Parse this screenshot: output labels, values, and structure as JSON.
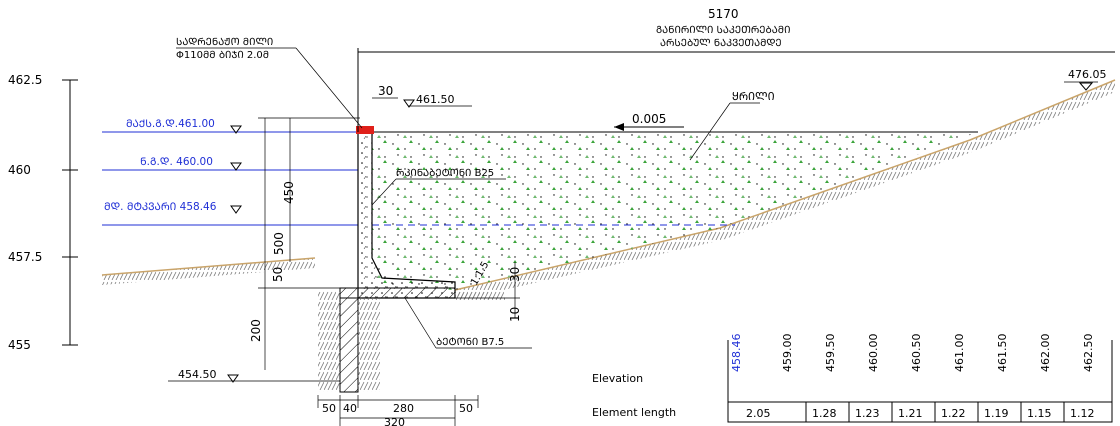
{
  "scale": {
    "values": [
      "462.5",
      "460",
      "457.5",
      "455"
    ]
  },
  "levels": {
    "top_right": "476.05",
    "wall_top": "461.50",
    "bottom": "454.50"
  },
  "water_levels": [
    {
      "label": "ᲛᲐᲥᲡ.Გ.Დ.461.00",
      "elevation": 461.0,
      "color": "#1f2fd6"
    },
    {
      "label": "Ნ.Გ.Დ. 460.00",
      "elevation": 460.0,
      "color": "#1f2fd6"
    },
    {
      "label": "ᲛᲓ. ᲛᲢᲙᲕᲐᲠᲘ 458.46",
      "elevation": 458.46,
      "color": "#1f2fd6"
    }
  ],
  "dimensions": {
    "width_top": "5170",
    "wall_thickness": "30",
    "height_450": "450",
    "height_500": "500",
    "height_50": "50",
    "height_200": "200",
    "slope": "0.005",
    "step_30": "30",
    "step_10": "10",
    "base_50_left": "50",
    "base_40": "40",
    "base_280": "280",
    "base_50_right": "50",
    "base_total": "320",
    "slope_label": "1:1.5"
  },
  "annotations": {
    "drain_pipe_line1": "ᲡᲐᲓᲠᲔᲜᲐᲟᲝ ᲛᲘᲚᲘ",
    "drain_pipe_line2": "Φ110ᲛᲛ ᲑᲘᲯᲘ 2.0Მ",
    "top_line1": "ᲒᲐᲜᲘᲠᲘᲚᲘ ᲡᲐᲙᲔᲗᲠᲔᲑᲐᲛᲘ",
    "top_line2": "ᲐᲠᲡᲔᲑᲣᲚ ᲜᲐᲙᲕᲔᲗᲐᲛᲓᲔ",
    "backfill": "ᲧᲠᲘᲚᲘ",
    "concrete_wall": "ᲠᲙᲘᲜᲐᲑᲔᲢᲝᲜᲘ B25",
    "concrete_base": "ᲑᲔᲢᲝᲜᲘ B7.5"
  },
  "table": {
    "row1_label": "Elevation",
    "row2_label": "Element length",
    "elevations": [
      "458.46",
      "459.00",
      "459.50",
      "460.00",
      "460.50",
      "461.00",
      "461.50",
      "462.00",
      "462.50"
    ],
    "lengths": [
      "2.05",
      "1.28",
      "1.23",
      "1.21",
      "1.22",
      "1.19",
      "1.15",
      "1.12"
    ],
    "highlight_color": "#1f2fd6"
  },
  "colors": {
    "water": "#1f2fd6",
    "ground_line": "#c9a46a",
    "fill_dots": "#3aa33a",
    "pipe": "#e0201a"
  }
}
